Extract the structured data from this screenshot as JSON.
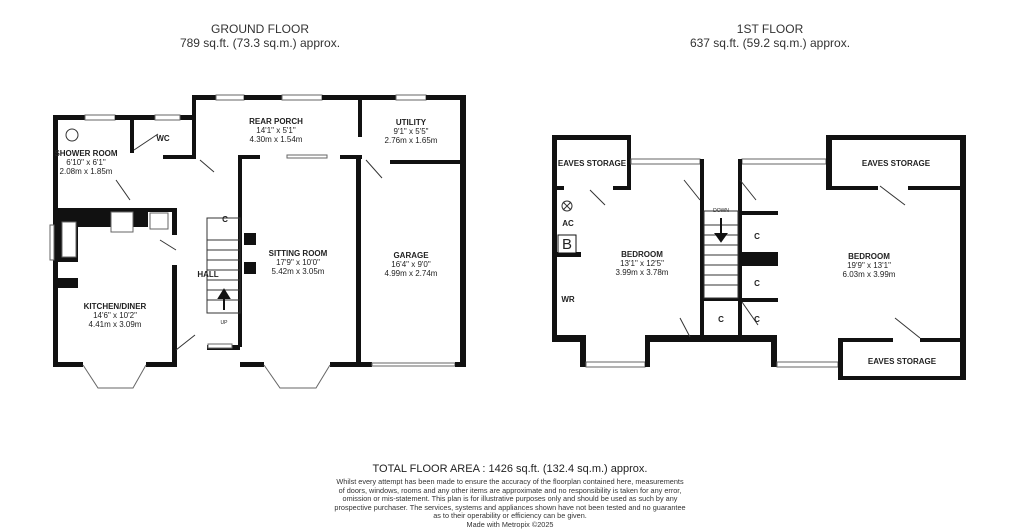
{
  "ground_floor": {
    "title": "GROUND FLOOR",
    "area": "789 sq.ft. (73.3 sq.m.) approx.",
    "rooms": [
      {
        "name": "SHOWER ROOM",
        "imperial": "6'10\" x 6'1\"",
        "metric": "2.08m x 1.85m"
      },
      {
        "name": "REAR PORCH",
        "imperial": "14'1\" x 5'1\"",
        "metric": "4.30m x 1.54m"
      },
      {
        "name": "UTILITY",
        "imperial": "9'1\" x 5'5\"",
        "metric": "2.76m x 1.65m"
      },
      {
        "name": "SITTING ROOM",
        "imperial": "17'9\" x 10'0\"",
        "metric": "5.42m x 3.05m"
      },
      {
        "name": "GARAGE",
        "imperial": "16'4\" x 9'0\"",
        "metric": "4.99m x 2.74m"
      },
      {
        "name": "KITCHEN/DINER",
        "imperial": "14'6\" x 10'2\"",
        "metric": "4.41m x 3.09m"
      }
    ],
    "labels": {
      "wc": "WC",
      "hall": "HALL",
      "cupboard": "C",
      "up": "UP"
    }
  },
  "first_floor": {
    "title": "1ST FLOOR",
    "area": "637 sq.ft. (59.2 sq.m.) approx.",
    "rooms": [
      {
        "name": "BEDROOM",
        "imperial": "13'1\" x 12'5\"",
        "metric": "3.99m x 3.78m"
      },
      {
        "name": "BEDROOM",
        "imperial": "19'9\" x 13'1\"",
        "metric": "6.03m x 3.99m"
      }
    ],
    "labels": {
      "eaves": "EAVES STORAGE",
      "ac": "AC",
      "boiler": "B",
      "wr": "WR",
      "cupboard": "C",
      "down": "DOWN"
    }
  },
  "total": "TOTAL FLOOR AREA : 1426 sq.ft. (132.4 sq.m.) approx.",
  "disclaimer": [
    "Whilst every attempt has been made to ensure the accuracy of the floorplan contained here, measurements",
    "of doors, windows, rooms and any other items are approximate and no responsibility is taken for any error,",
    "omission or mis-statement. This plan is for illustrative purposes only and should be used as such by any",
    "prospective purchaser. The services, systems and appliances shown have not been tested and no guarantee",
    "as to their operability or efficiency can be given."
  ],
  "credit": "Made with Metropix ©2025"
}
